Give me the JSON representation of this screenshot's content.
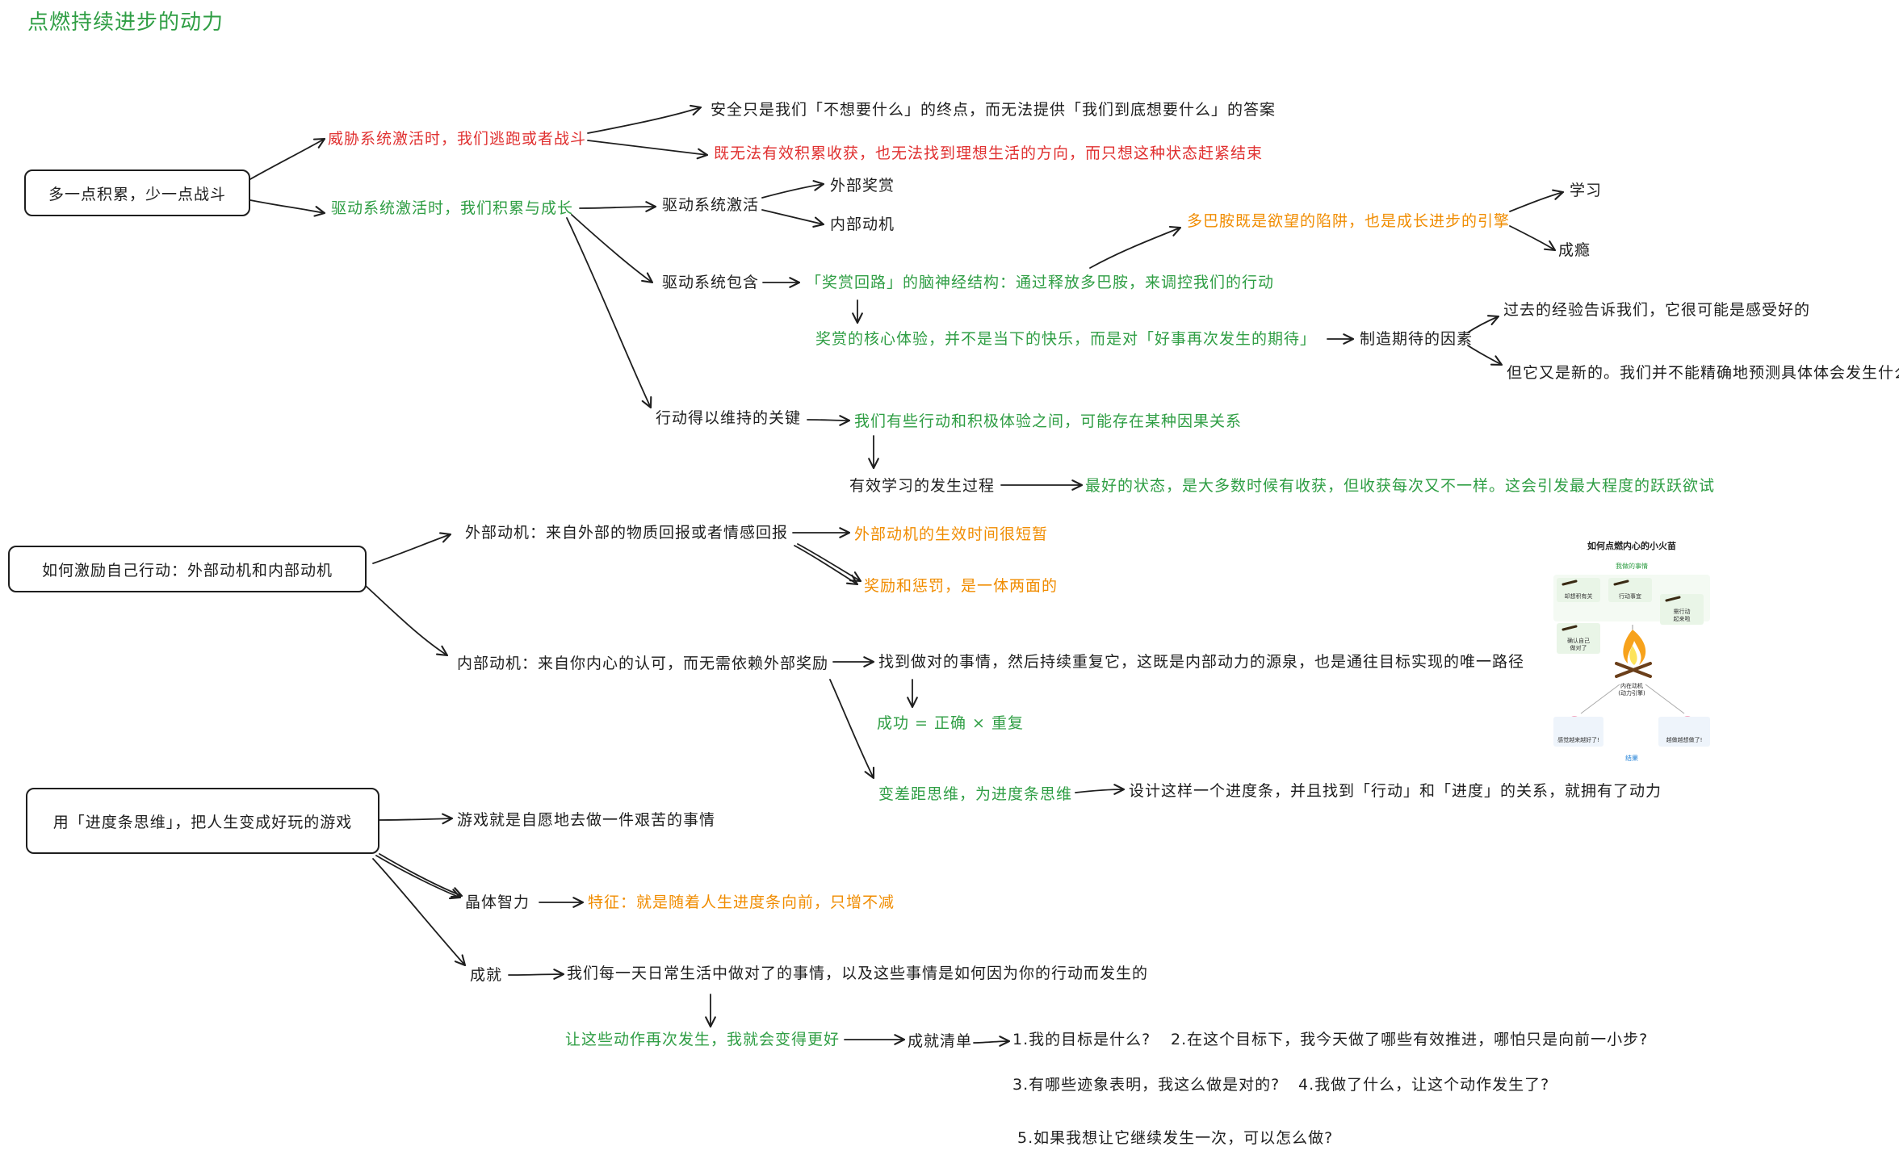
{
  "title": "点燃持续进步的动力",
  "nodes": {
    "root1": "多一点积累，少一点战斗",
    "threat": "威胁系统激活时，我们逃跑或者战斗",
    "safety": "安全只是我们「不想要什么」的终点，而无法提供「我们到底想要什么」的答案",
    "cannot_accumulate": "既无法有效积累收获，也无法找到理想生活的方向，而只想这种状态赶紧结束",
    "drive_active": "驱动系统激活时，我们积累与成长",
    "drive_sys_active": "驱动系统激活",
    "external_reward": "外部奖赏",
    "internal_motive": "内部动机",
    "drive_contains": "驱动系统包含",
    "reward_loop": "「奖赏回路」的脑神经结构：通过释放多巴胺，来调控我们的行动",
    "dopamine": "多巴胺既是欲望的陷阱，也是成长进步的引擎",
    "learn": "学习",
    "addiction": "成瘾",
    "reward_core": "奖赏的核心体验，并不是当下的快乐，而是对「好事再次发生的期待」",
    "expectation_factors": "制造期待的因素",
    "past_experience": "过去的经验告诉我们，它很可能是感受好的",
    "but_new": "但它又是新的。我们并不能精确地预测具体体会发生什么",
    "action_key": "行动得以维持的关键",
    "causal": "我们有些行动和积极体验之间，可能存在某种因果关系",
    "effective_learning": "有效学习的发生过程",
    "best_state": "最好的状态，是大多数时候有收获，但收获每次又不一样。这会引发最大程度的跃跃欲试",
    "root2": "如何激励自己行动：外部动机和内部动机",
    "external_def": "外部动机：来自外部的物质回报或者情感回报",
    "external_short": "外部动机的生效时间很短暂",
    "reward_punish": "奖励和惩罚，是一体两面的",
    "internal_def": "内部动机：来自你内心的认可，而无需依赖外部奖励",
    "find_right": "找到做对的事情，然后持续重复它，这既是内部动力的源泉，也是通往目标实现的唯一路径",
    "success_formula": "成功 = 正确 × 重复",
    "gap_thinking": "变差距思维，为进度条思维",
    "design_bar": "设计这样一个进度条，并且找到「行动」和「进度」的关系，就拥有了动力",
    "root3": "用「进度条思维」，把人生变成好玩的游戏",
    "game": "游戏就是自愿地去做一件艰苦的事情",
    "crystal": "晶体智力",
    "feature": "特征：就是随着人生进度条向前，只增不减",
    "achievement": "成就",
    "daily": "我们每一天日常生活中做对了的事情，以及这些事情是如何因为你的行动而发生的",
    "repeat_better": "让这些动作再次发生，我就会变得更好",
    "checklist": "成就清单",
    "q1": "1.我的目标是什么?",
    "q2": "2.在这个目标下，我今天做了哪些有效推进，哪怕只是向前一小步?",
    "q3": "3.有哪些迹象表明，我这么做是对的?",
    "q4": "4.我做了什么，让这个动作发生了?",
    "q5": "5.如果我想让它继续发生一次，可以怎么做?"
  },
  "figure": {
    "title": "如何点燃内心的小火苗",
    "subtitle": "我做的事情",
    "cards": [
      "却想积有关",
      "行动事宜",
      "需行动\n起来啦",
      "确认自己\n做对了"
    ],
    "center": "内在动机\n(动力引擎)",
    "left_result": "感觉越来越好了!",
    "right_result": "越做越想做了!",
    "bottom": "结果"
  },
  "colors": {
    "green": "#2f9e44",
    "red": "#e03131",
    "orange": "#f08c00",
    "text": "#1e1e1e"
  }
}
